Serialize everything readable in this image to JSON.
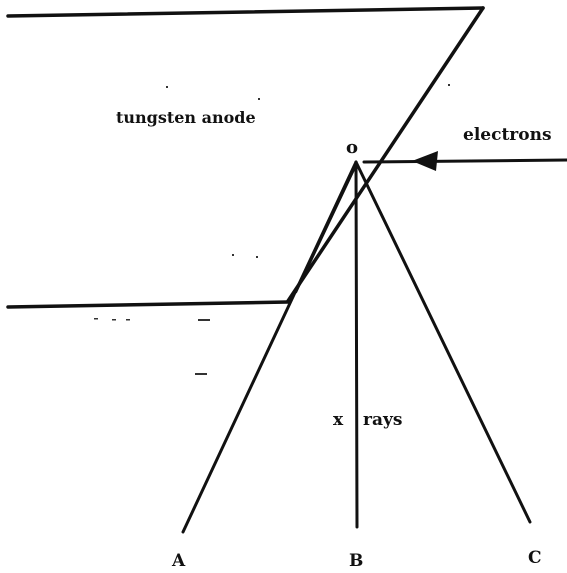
{
  "labels": {
    "anode": "tungsten anode",
    "electrons": "electrons",
    "origin": "o",
    "x": "x",
    "rays": "rays",
    "A": "A",
    "B": "B",
    "C": "C"
  },
  "colors": {
    "ink": "#111111",
    "background": "#ffffff"
  }
}
